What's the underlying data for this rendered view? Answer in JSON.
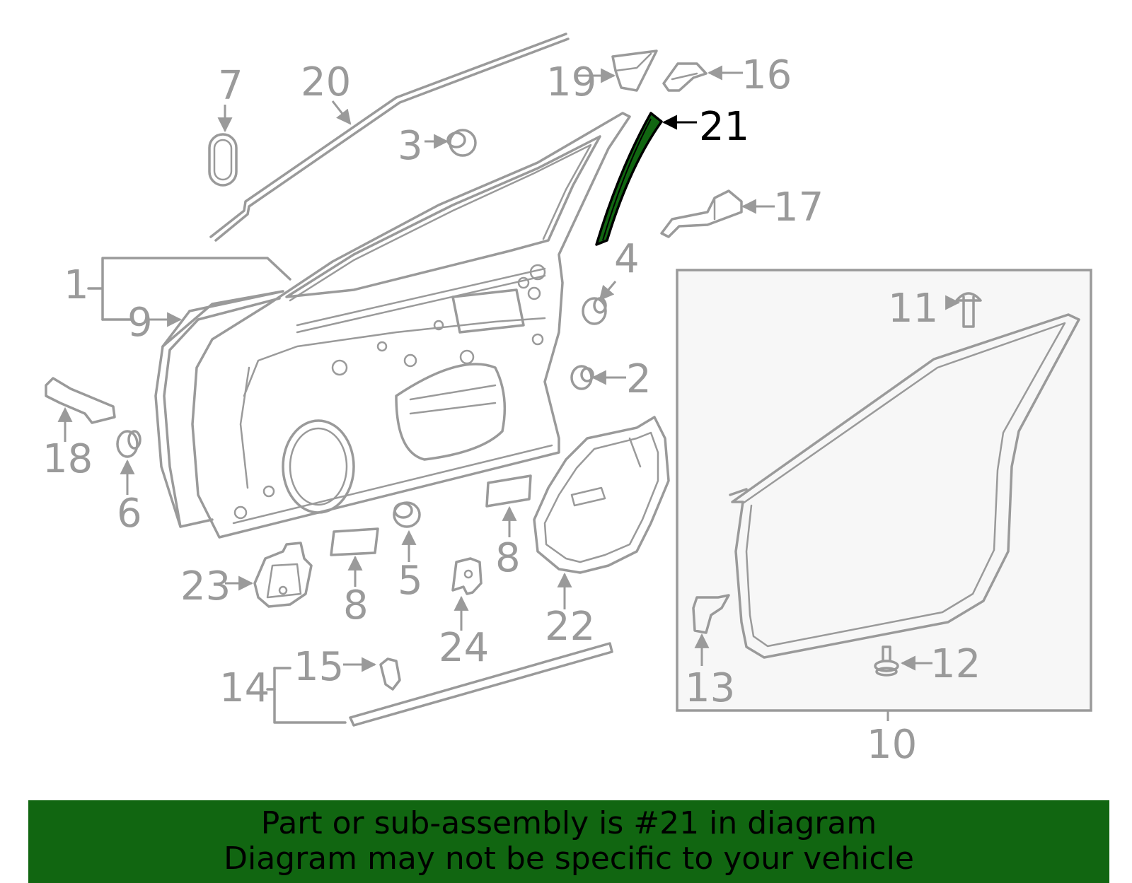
{
  "diagram": {
    "highlighted_part": "21",
    "highlight_color": "#116611",
    "line_color": "#9a9a9a",
    "callouts": [
      "1",
      "2",
      "3",
      "4",
      "5",
      "6",
      "7",
      "8",
      "8",
      "9",
      "10",
      "11",
      "12",
      "13",
      "14",
      "15",
      "16",
      "17",
      "18",
      "19",
      "20",
      "21",
      "22",
      "23",
      "24"
    ]
  },
  "banner": {
    "line1": "Part or sub-assembly is #21 in diagram",
    "line2": "Diagram may not be specific to your vehicle",
    "background": "#116611"
  }
}
